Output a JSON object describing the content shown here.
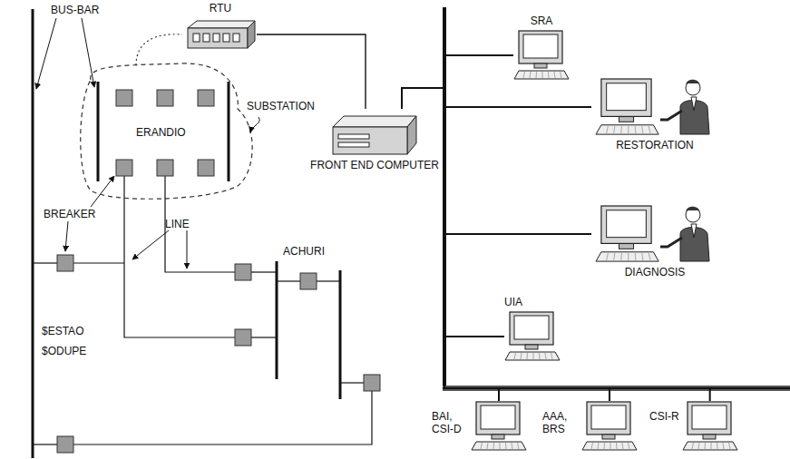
{
  "diagram": {
    "nodes": [
      {
        "text": [
          "RTU"
        ]
      },
      {
        "text": [
          "FRONT END COMPUTER"
        ]
      },
      {
        "text": [
          "SRA"
        ]
      },
      {
        "text": [
          "RESTORATION"
        ]
      },
      {
        "text": [
          "DIAGNOSIS"
        ]
      },
      {
        "text": [
          "UIA"
        ]
      },
      {
        "text": [
          "BAI, CSI-D"
        ]
      },
      {
        "text": [
          "AAA, BRS"
        ]
      },
      {
        "text": [
          "CSI-R"
        ]
      }
    ],
    "edges": [
      {
        "from": 0,
        "to": 1,
        "arrow": "none"
      },
      {
        "from": 1,
        "to": 2,
        "arrow": "none"
      },
      {
        "from": 1,
        "to": 3,
        "arrow": "none"
      },
      {
        "from": 1,
        "to": 4,
        "arrow": "none"
      },
      {
        "from": 1,
        "to": 5,
        "arrow": "none"
      },
      {
        "from": 1,
        "to": 6,
        "arrow": "none"
      },
      {
        "from": 1,
        "to": 7,
        "arrow": "none"
      },
      {
        "from": 1,
        "to": 8,
        "arrow": "none"
      }
    ],
    "labels": [
      "BUS-BAR",
      "SUBSTATION",
      "ERANDIO",
      "BREAKER",
      "LINE",
      "ACHURI",
      "$ESTAO",
      "$ODUPE"
    ]
  }
}
